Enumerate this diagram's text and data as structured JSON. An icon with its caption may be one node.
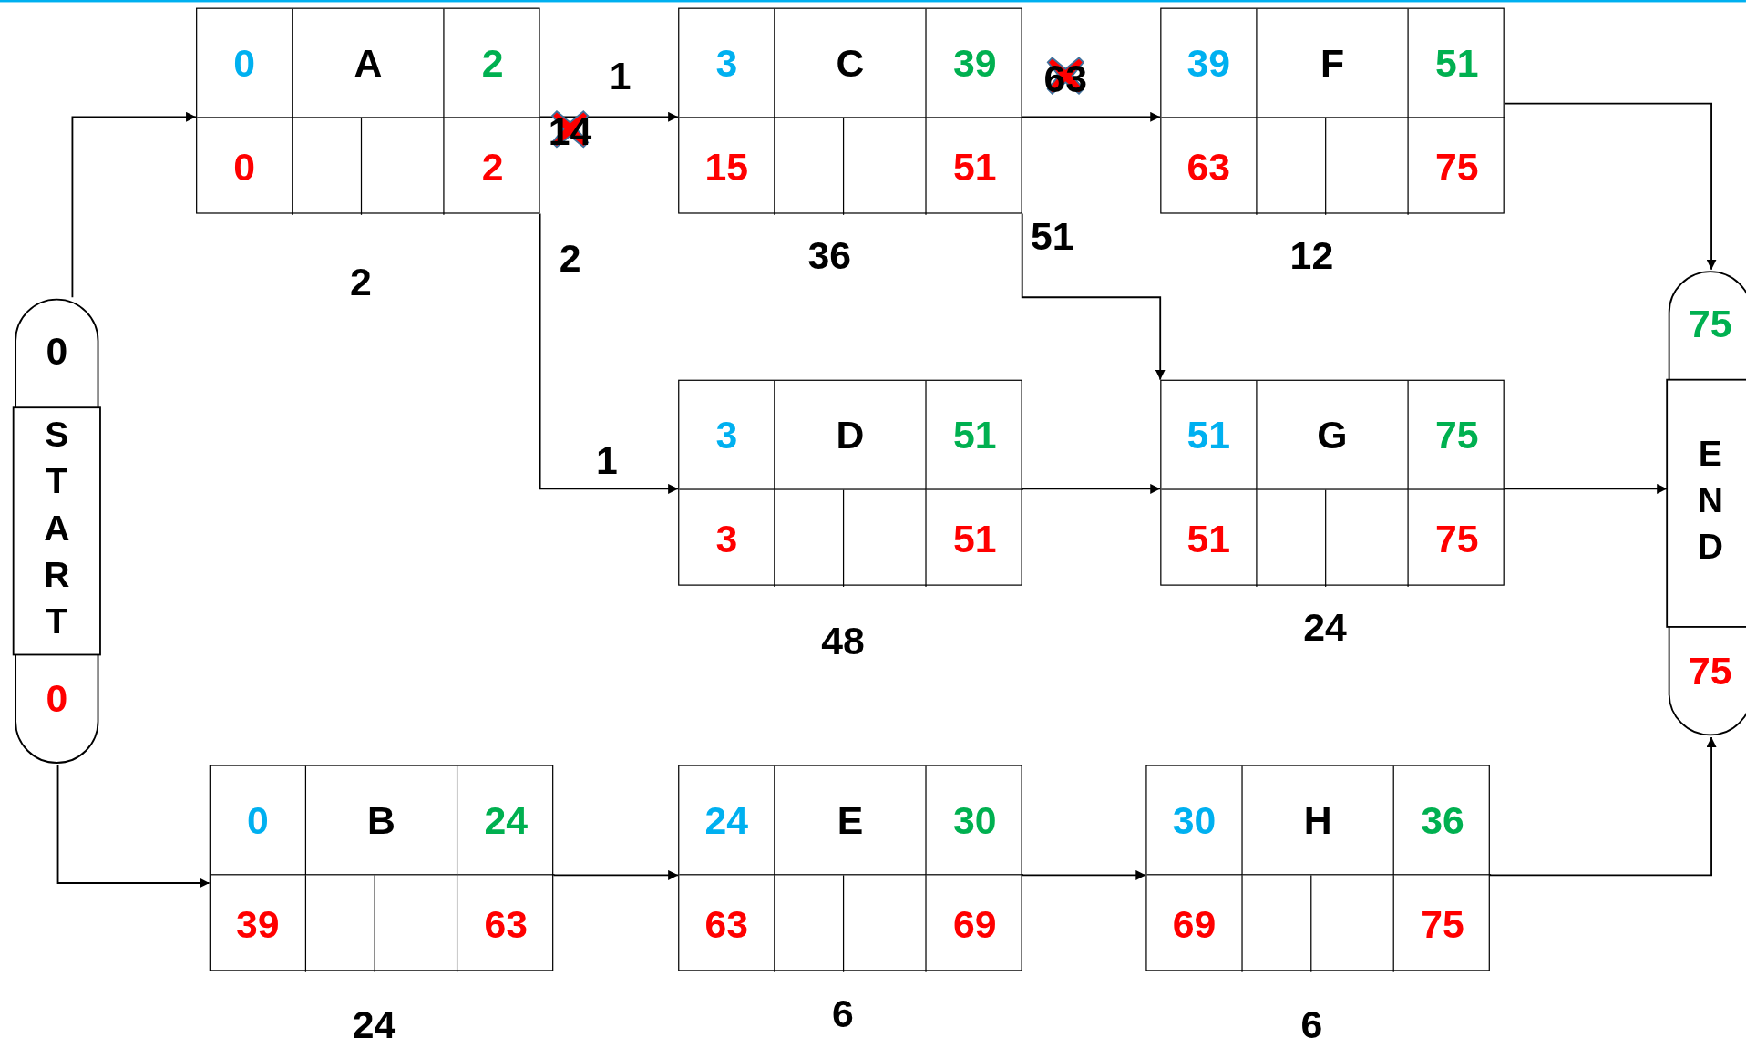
{
  "diagram": {
    "nodes": [
      {
        "text": [
          "0",
          "START",
          "0"
        ]
      },
      {
        "text": [
          "0",
          "A",
          "2",
          "0",
          "2"
        ],
        "beside": [
          "2"
        ]
      },
      {
        "text": [
          "3",
          "C",
          "39",
          "15",
          "51"
        ],
        "beside": [
          "36"
        ]
      },
      {
        "text": [
          "39",
          "F",
          "51",
          "63",
          "75"
        ],
        "beside": [
          "12"
        ]
      },
      {
        "text": [
          "3",
          "D",
          "51",
          "3",
          "51"
        ],
        "beside": [
          "48"
        ]
      },
      {
        "text": [
          "51",
          "G",
          "75",
          "51",
          "75"
        ],
        "beside": [
          "24"
        ]
      },
      {
        "text": [
          "0",
          "B",
          "24",
          "39",
          "63"
        ],
        "beside": [
          "24"
        ]
      },
      {
        "text": [
          "24",
          "E",
          "30",
          "63",
          "69"
        ],
        "beside": [
          "6"
        ]
      },
      {
        "text": [
          "30",
          "H",
          "36",
          "69",
          "75"
        ],
        "beside": [
          "6"
        ]
      },
      {
        "text": [
          "75",
          "END",
          "75"
        ]
      }
    ],
    "edges": [
      {
        "from": 0,
        "to": 1,
        "arrow": "to"
      },
      {
        "from": 0,
        "to": 6,
        "arrow": "to"
      },
      {
        "from": 1,
        "to": 2,
        "arrow": "to",
        "label": "1"
      },
      {
        "from": 1,
        "to": 4,
        "arrow": "to",
        "label": "1"
      },
      {
        "from": 2,
        "to": 3,
        "arrow": "to"
      },
      {
        "from": 2,
        "to": 5,
        "arrow": "to",
        "label": "51"
      },
      {
        "from": 4,
        "to": 5,
        "arrow": "to"
      },
      {
        "from": 3,
        "to": 9,
        "arrow": "to"
      },
      {
        "from": 5,
        "to": 9,
        "arrow": "to"
      },
      {
        "from": 6,
        "to": 7,
        "arrow": "to"
      },
      {
        "from": 7,
        "to": 8,
        "arrow": "to"
      },
      {
        "from": 8,
        "to": 9,
        "arrow": "to"
      }
    ],
    "labels": [
      "14",
      "2",
      "63"
    ]
  }
}
